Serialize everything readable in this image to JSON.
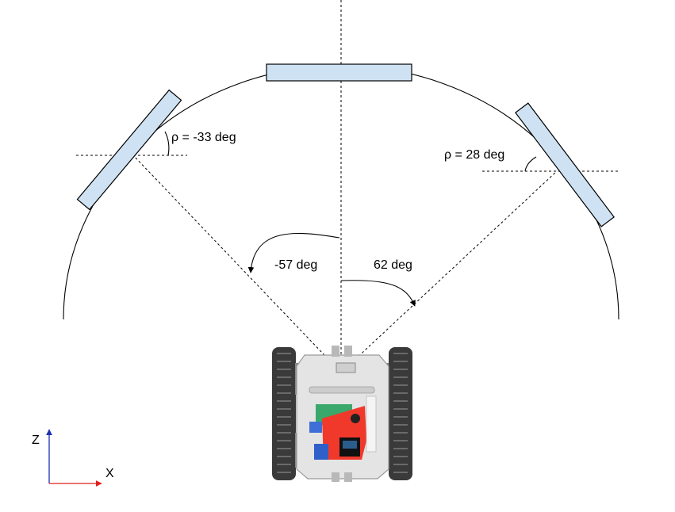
{
  "labels": {
    "rho_left": "ρ = -33 deg",
    "rho_right": "ρ = 28 deg",
    "angle_left": "-57 deg",
    "angle_right": "62 deg",
    "axis_z": "Z",
    "axis_x": "X"
  },
  "colors": {
    "panel_fill": "#cfe2f3",
    "axis_z": "#1f2fb4",
    "axis_x": "#e02020",
    "robot_board": "#f0392b"
  }
}
